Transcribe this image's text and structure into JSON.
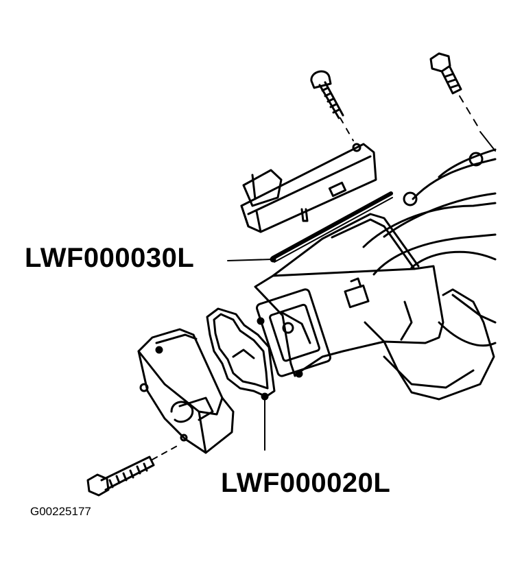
{
  "labels": {
    "upper_gasket": "LWF000030L",
    "lower_gasket": "LWF000020L"
  },
  "figure_id": "G00225177",
  "colors": {
    "ink": "#000000",
    "paper": "#ffffff"
  }
}
